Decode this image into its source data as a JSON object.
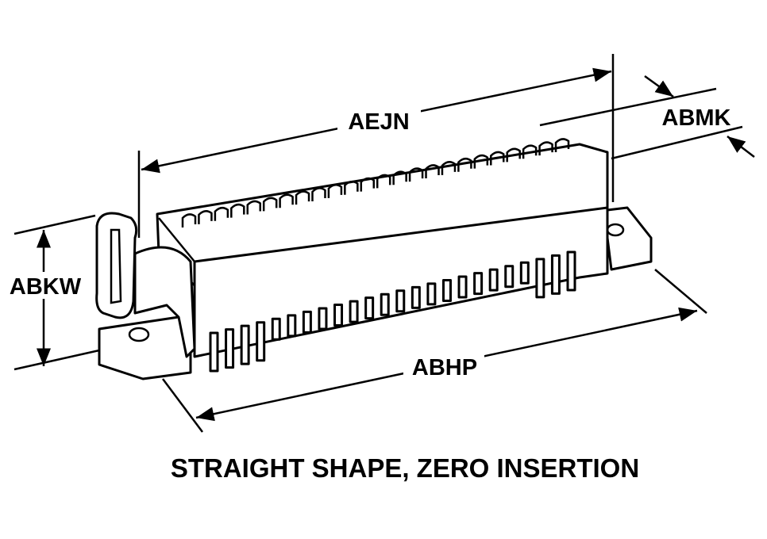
{
  "diagram": {
    "labels": {
      "length_overall": "AEJN",
      "width": "ABMK",
      "height": "ABKW",
      "mount_length": "ABHP"
    },
    "caption": "STRAIGHT SHAPE, ZERO INSERTION",
    "pin_count_per_row": 24
  }
}
